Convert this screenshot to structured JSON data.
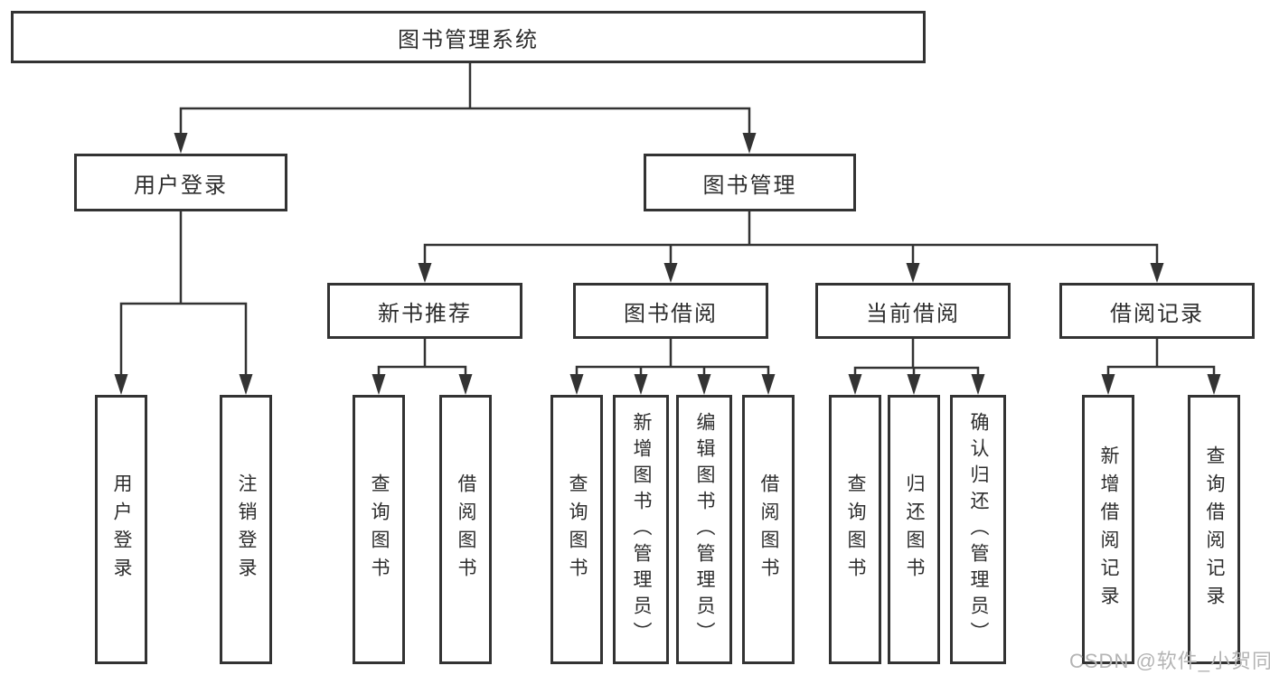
{
  "tree": {
    "root": {
      "label": "图书管理系统"
    },
    "branches": [
      {
        "label": "用户登录",
        "children": [
          {
            "label": "用户登录"
          },
          {
            "label": "注销登录"
          }
        ]
      },
      {
        "label": "图书管理",
        "sections": [
          {
            "label": "新书推荐",
            "children": [
              {
                "label": "查询图书"
              },
              {
                "label": "借阅图书"
              }
            ]
          },
          {
            "label": "图书借阅",
            "children": [
              {
                "label": "查询图书"
              },
              {
                "label": "新增图书（管理员）"
              },
              {
                "label": "编辑图书（管理员）"
              },
              {
                "label": "借阅图书"
              }
            ]
          },
          {
            "label": "当前借阅",
            "children": [
              {
                "label": "查询图书"
              },
              {
                "label": "归还图书"
              },
              {
                "label": "确认归还（管理员）"
              }
            ]
          },
          {
            "label": "借阅记录",
            "children": [
              {
                "label": "新增借阅记录"
              },
              {
                "label": "查询借阅记录"
              }
            ]
          }
        ]
      }
    ]
  },
  "watermark": "CSDN @软件_小贺同学",
  "colors": {
    "line": "#333333",
    "text": "#2d2d2d",
    "watermark": "#b4b4b4",
    "background": "#ffffff"
  }
}
